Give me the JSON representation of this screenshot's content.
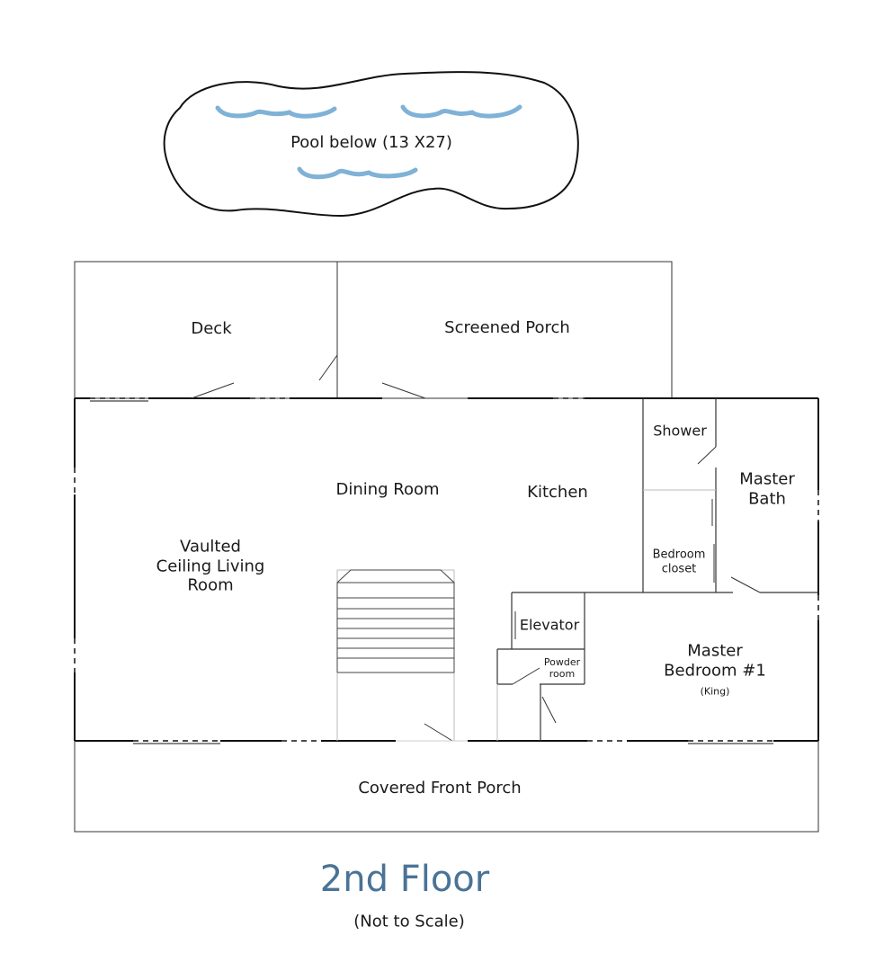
{
  "pool": {
    "label": "Pool below (13 X27)",
    "water_color": "#7fb2d6"
  },
  "rooms": {
    "deck": "Deck",
    "screened_porch": "Screened Porch",
    "shower": "Shower",
    "master_bath": "Master\nBath",
    "dining_room": "Dining Room",
    "kitchen": "Kitchen",
    "living_room": "Vaulted\nCeiling Living\nRoom",
    "bedroom_closet": "Bedroom\ncloset",
    "elevator": "Elevator",
    "powder_room": "Powder\nroom",
    "master_bedroom": "Master\nBedroom #1",
    "master_bedroom_note": "(King)",
    "front_porch": "Covered Front Porch"
  },
  "footer": {
    "title": "2nd Floor",
    "title_color": "#4a7396",
    "subtitle": "(Not to Scale)"
  }
}
